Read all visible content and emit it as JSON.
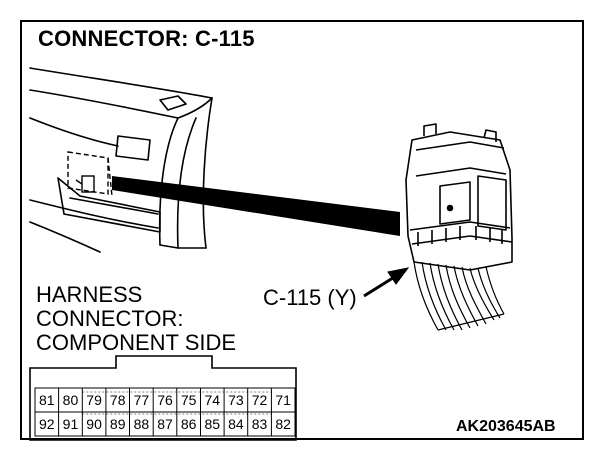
{
  "title": "CONNECTOR: C-115",
  "harness_label": {
    "line1": "HARNESS",
    "line2": "CONNECTOR:",
    "line3": "COMPONENT SIDE"
  },
  "callout": "C-115 (Y)",
  "code": "AK203645AB",
  "pins": {
    "top_row": [
      "81",
      "80",
      "79",
      "78",
      "77",
      "76",
      "75",
      "74",
      "73",
      "72",
      "71"
    ],
    "bottom_row": [
      "92",
      "91",
      "90",
      "89",
      "88",
      "87",
      "86",
      "85",
      "84",
      "83",
      "82"
    ]
  }
}
